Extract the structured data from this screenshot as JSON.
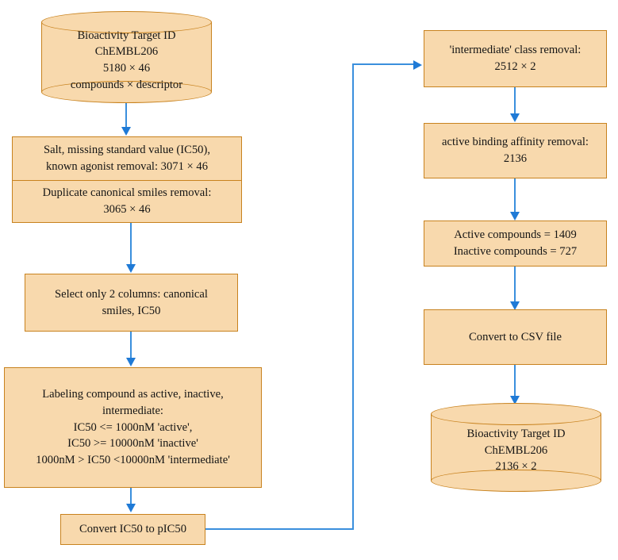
{
  "diagram": {
    "title": "Bioactivity data preprocessing flowchart",
    "colors": {
      "node_fill": "#f8d9ad",
      "node_border": "#c8821e",
      "connector": "#3a8fdd",
      "arrowhead": "#1f7ad6",
      "background": "#ffffff",
      "text": "#151515"
    }
  },
  "left_column": {
    "source_database": {
      "shape": "cylinder",
      "lines": [
        "Bioactivity Target ID",
        "ChEMBL206",
        "5180 × 46",
        "compounds × descriptor"
      ]
    },
    "salt_removal": {
      "shape": "rectangle",
      "lines": [
        "Salt, missing standard value (IC50),",
        "known agonist removal: 3071 × 46"
      ]
    },
    "duplicate_removal": {
      "shape": "rectangle",
      "lines": [
        "Duplicate canonical smiles removal:",
        "3065 × 46"
      ]
    },
    "select_columns": {
      "shape": "rectangle",
      "lines": [
        "Select only 2 columns: canonical",
        "smiles, IC50"
      ]
    },
    "labeling": {
      "shape": "rectangle",
      "lines": [
        "Labeling compound as active, inactive,",
        "intermediate:",
        "IC50 <= 1000nM 'active',",
        "IC50 >= 10000nM 'inactive'",
        "1000nM > IC50 <10000nM 'intermediate'"
      ]
    },
    "convert_pic50": {
      "shape": "rectangle",
      "lines": [
        "Convert IC50 to pIC50"
      ]
    }
  },
  "right_column": {
    "intermediate_removal": {
      "shape": "rectangle",
      "lines": [
        "'intermediate' class removal:",
        "2512 × 2"
      ]
    },
    "affinity_removal": {
      "shape": "rectangle",
      "lines": [
        "active binding affinity removal:",
        "2136"
      ]
    },
    "compound_counts": {
      "shape": "rectangle",
      "lines": [
        "Active compounds = 1409",
        "Inactive compounds = 727"
      ]
    },
    "convert_csv": {
      "shape": "rectangle",
      "lines": [
        "Convert to CSV file"
      ]
    },
    "output_database": {
      "shape": "cylinder",
      "lines": [
        "Bioactivity Target ID",
        "ChEMBL206",
        "2136 × 2"
      ]
    }
  }
}
